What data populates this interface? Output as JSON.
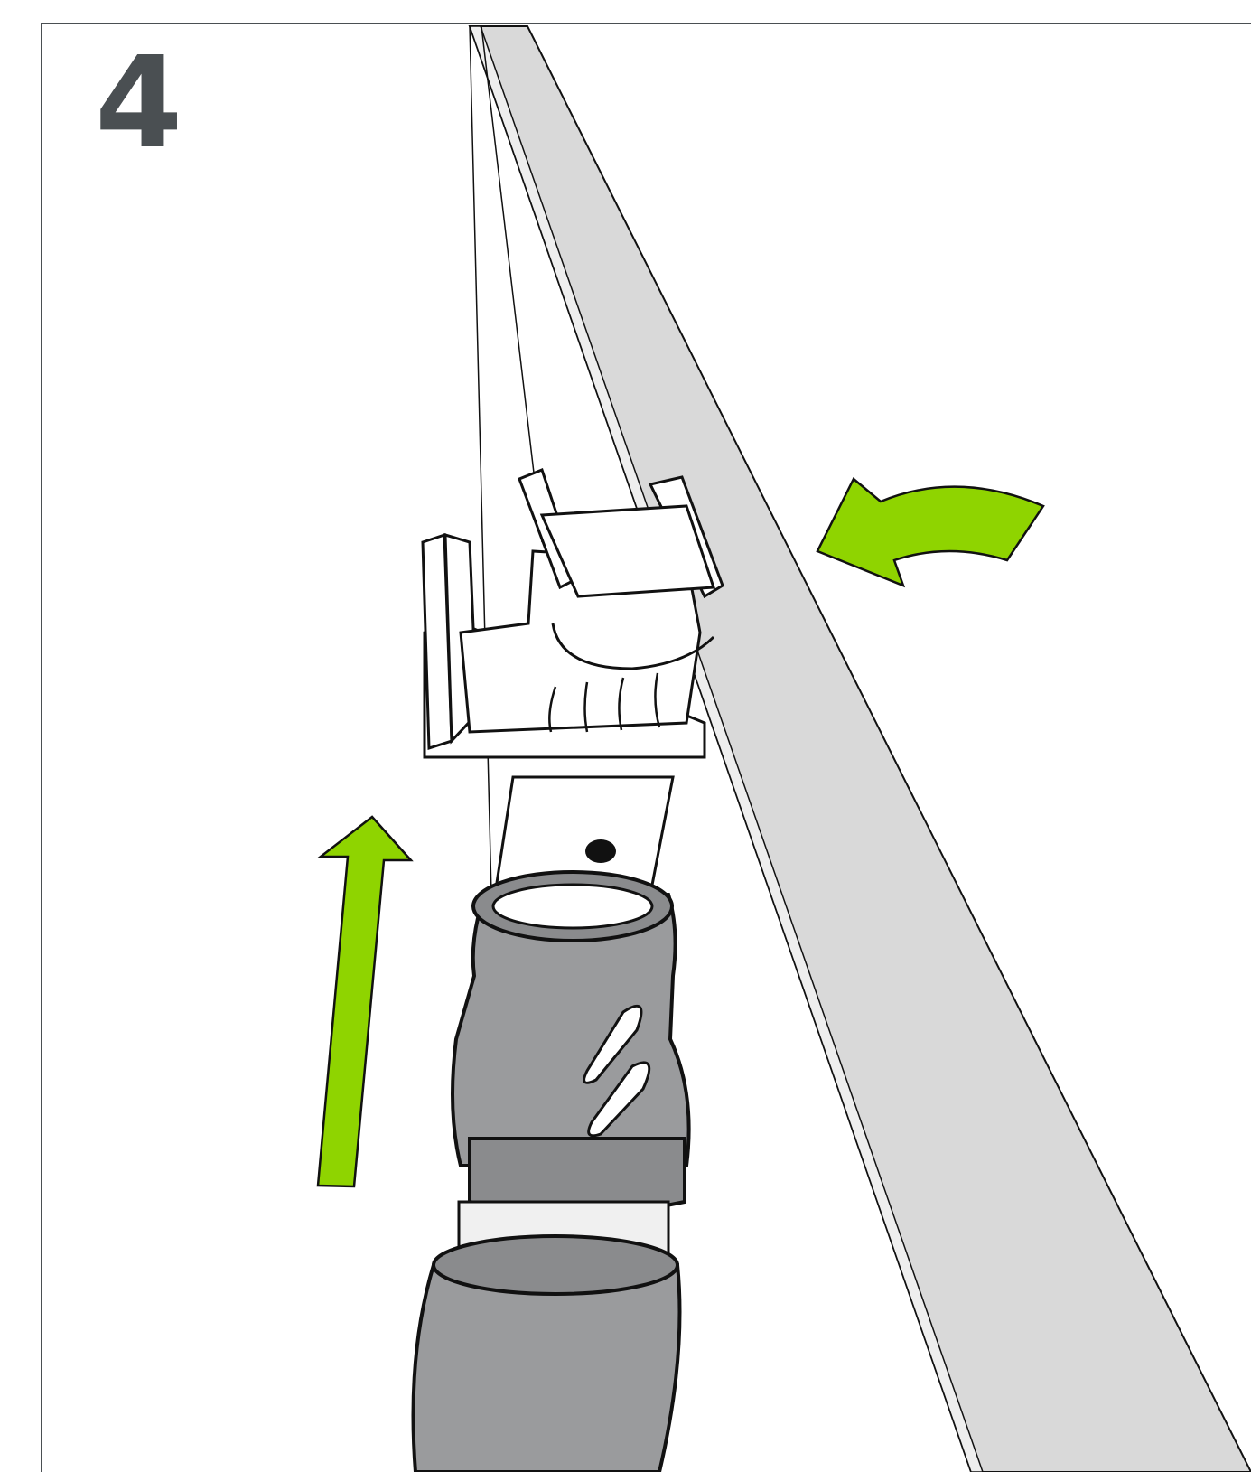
{
  "step": {
    "number": "4"
  },
  "colors": {
    "frame": "#4a4f52",
    "arrow": "#8fd400",
    "rail": "#d9d9d9",
    "grip": "#9a9b9d",
    "outline": "#111111"
  },
  "icons": {
    "curved_arrow": "curved-arrow-left",
    "up_arrow": "arrow-up"
  }
}
